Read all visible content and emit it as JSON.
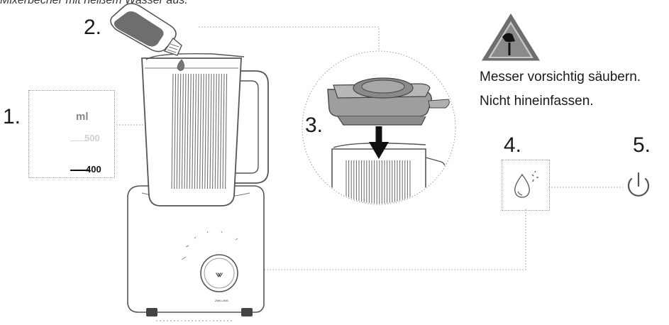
{
  "top_text": "Mixerbecher mit heißem Wasser aus.",
  "steps": {
    "s1": "1.",
    "s2": "2.",
    "s3": "3.",
    "s4": "4.",
    "s5": "5."
  },
  "measure": {
    "unit": "ml",
    "mark_500": "500",
    "mark_400": "400"
  },
  "warning": {
    "line1": "Messer vorsichtig säubern.",
    "line2": "Nicht hineinfassen."
  },
  "brand_text": "ZWILLING",
  "dial_symbol": "⩖",
  "colors": {
    "line": "#9a9a9a",
    "outline": "#555555",
    "dark": "#1a1a1a",
    "warning_bg": "#6e6e6e",
    "lid_gray": "#9e9e9e"
  }
}
